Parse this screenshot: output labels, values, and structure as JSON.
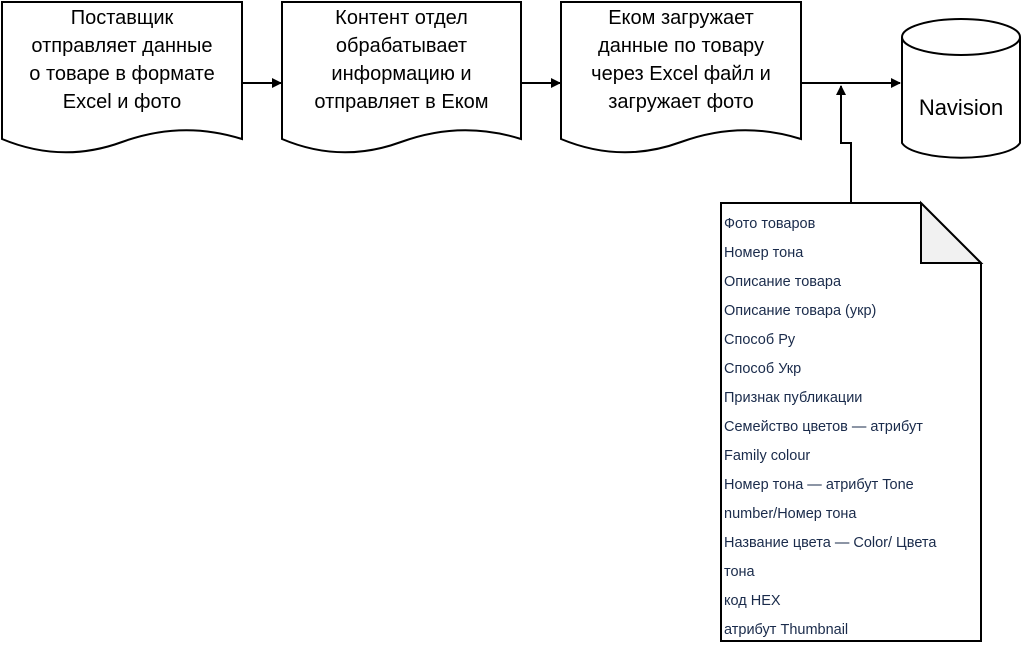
{
  "nodes": {
    "supplier": {
      "text": "Поставщик\nотправляет данные\nо товаре в формате\nExcel и фото"
    },
    "content": {
      "text": "Контент отдел\nобрабатывает\nинформацию и\nотправляет в Еком"
    },
    "ecom": {
      "text": "Еком загружает\nданные по товару\nчерез Excel файл и\nзагружает фото"
    },
    "navision": {
      "text": "Navision"
    }
  },
  "note": {
    "items": [
      "Фото товаров",
      "Номер тона",
      "Описание товара",
      "Описание товара (укр)",
      "Способ Ру",
      "Способ Укр",
      "Признак публикации",
      "Семейство цветов — атрибут",
      "Family colour",
      "Номер тона — атрибут Tone",
      "number/Номер тона",
      "Название цвета — Color/ Цвета",
      "тона",
      "код HEX",
      "атрибут Thumbnail"
    ]
  },
  "colors": {
    "stroke": "#000000",
    "fill": "#ffffff",
    "fold": "#f1f1f1",
    "note_text": "#1a2b4b"
  }
}
